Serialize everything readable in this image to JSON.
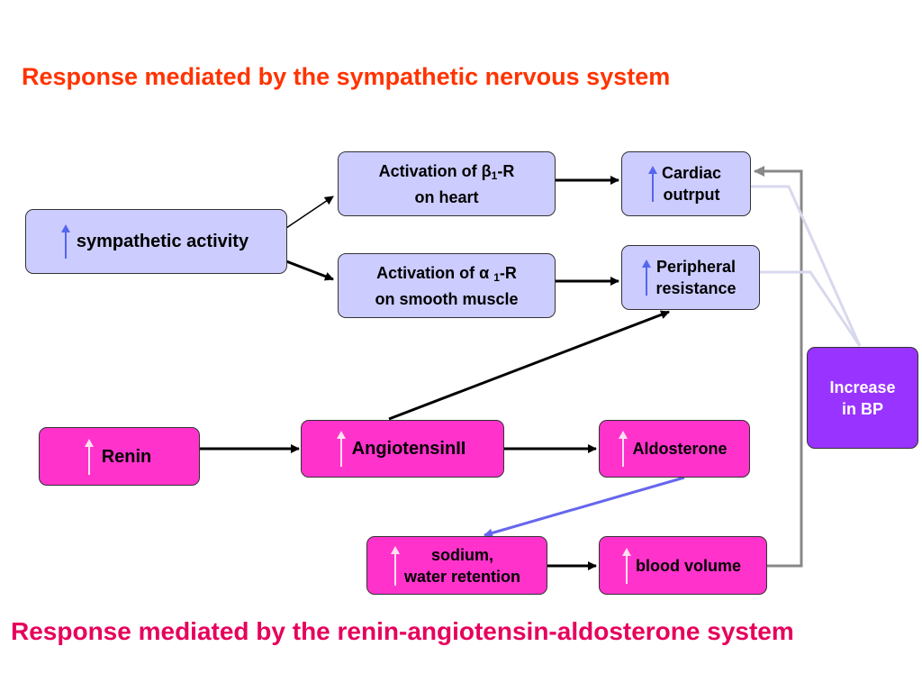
{
  "title": "Response mediated by the sympathetic nervous system",
  "footer": "Response mediated by the renin-angiotensin-aldosterone system",
  "nodes": {
    "sympathetic": "sympathetic activity",
    "beta_prefix": "Activation of β",
    "beta_sub": "1",
    "beta_suffix": "-R",
    "beta_line2": "on heart",
    "alpha_prefix": "Activation of α ",
    "alpha_sub": "1",
    "alpha_suffix": "-R",
    "alpha_line2": "on smooth muscle",
    "cardiac_line1": "Cardiac",
    "cardiac_line2": "outrput",
    "peripheral_line1": "Peripheral",
    "peripheral_line2": "resistance",
    "increase_line1": "Increase",
    "increase_line2": "in BP",
    "renin": "Renin",
    "angiotensin": "AngiotensinII",
    "aldosterone": "Aldosterone",
    "sodium_line1": "sodium,",
    "sodium_line2": "water retention",
    "blood_volume": "blood volume"
  },
  "colors": {
    "title": "#ff3300",
    "footer": "#e6005c",
    "blue_box": "#ccccff",
    "pink_box": "#ff33cc",
    "purple_box": "#9933ff",
    "up_arrow_blue": "#5566ee",
    "up_arrow_light": "#ffe0f0",
    "gray_connector": "#888888",
    "light_connector": "#d8d8ee"
  },
  "icons": [
    "up-arrow-icon"
  ]
}
